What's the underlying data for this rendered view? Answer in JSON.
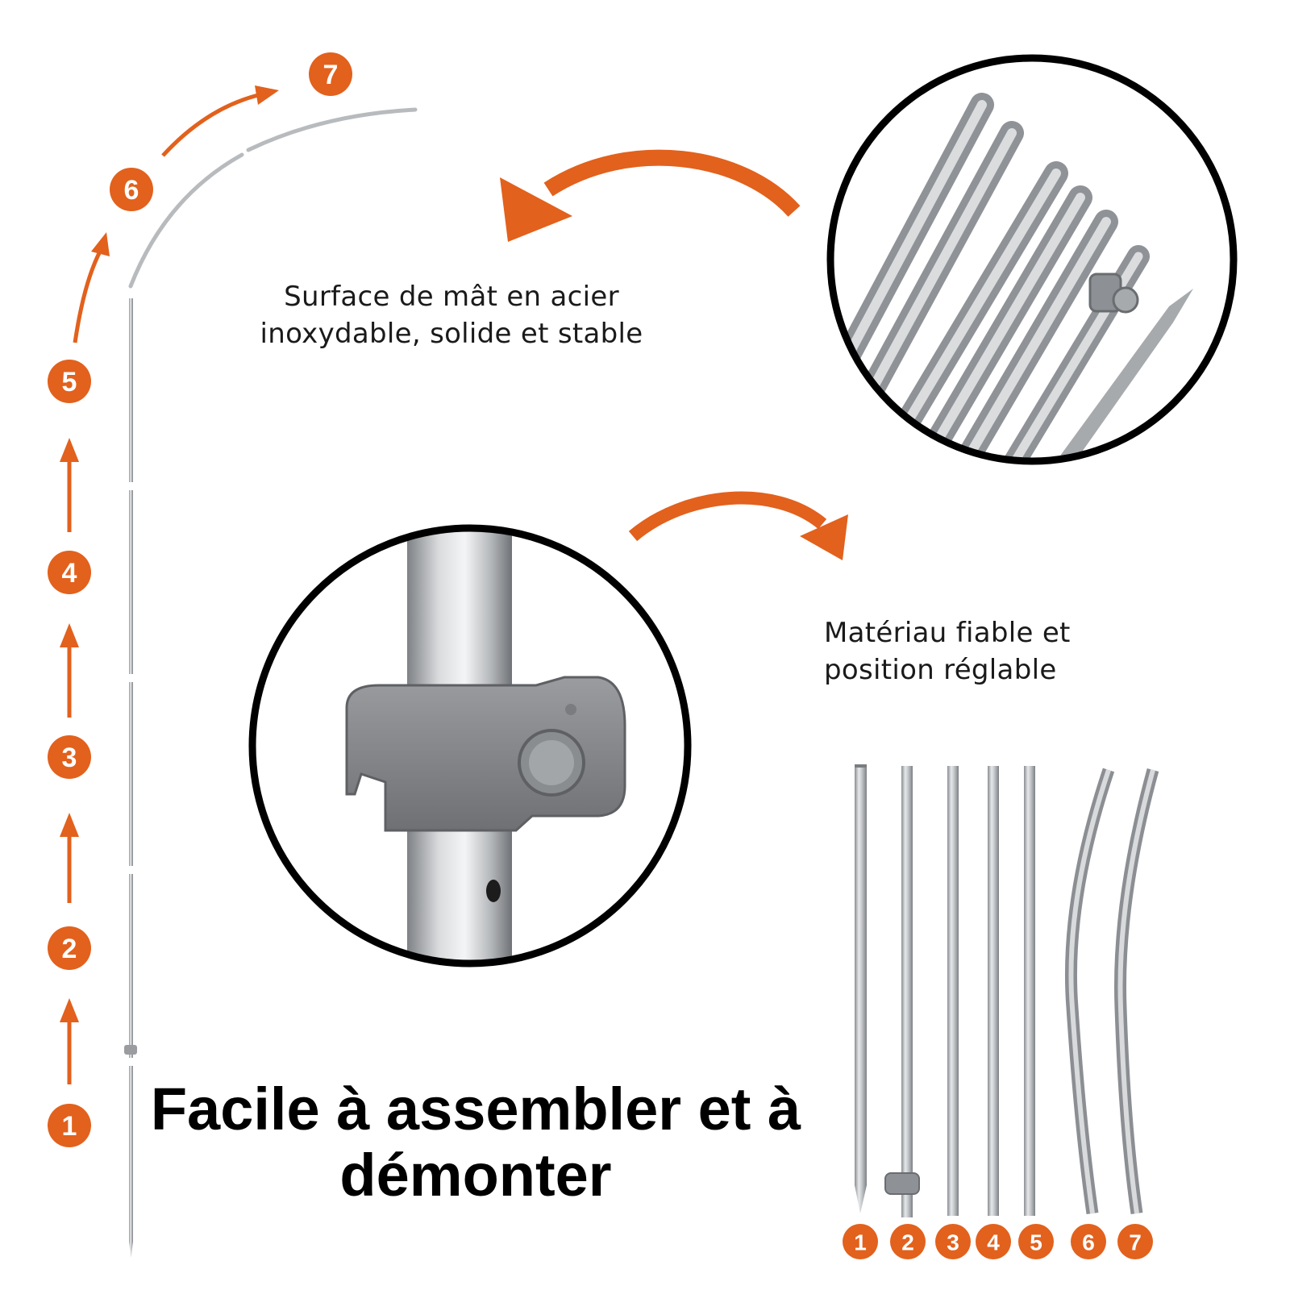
{
  "accent_color": "#E2611D",
  "step_numbers": [
    "1",
    "2",
    "3",
    "4",
    "5",
    "6",
    "7"
  ],
  "part_numbers": [
    "1",
    "2",
    "3",
    "4",
    "5",
    "6",
    "7"
  ],
  "caption_surface": {
    "line1": "Surface de mât en acier",
    "line2": "inoxydable, solide et stable"
  },
  "caption_material": {
    "line1": "Matériau fiable et",
    "line2": "position réglable"
  },
  "headline": {
    "line1": "Facile à assembler et à",
    "line2": "démonter"
  },
  "icons": [
    "arrow-up-icon",
    "curved-arrow-icon",
    "pole-closeup-image",
    "clamp-closeup-image",
    "pole-segment-image"
  ]
}
